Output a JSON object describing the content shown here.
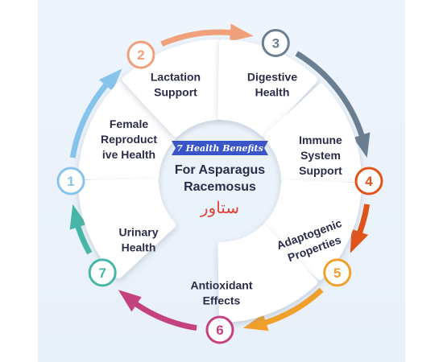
{
  "center": {
    "banner": "7 Health Benefits",
    "title_line1": "For Asparagus",
    "title_line2": "Racemosus",
    "urdu": "ستاور"
  },
  "segments": [
    {
      "num": "1",
      "line1": "Female",
      "line2": "Reproduct",
      "line3": "ive Health",
      "color": "#86c4ec"
    },
    {
      "num": "2",
      "line1": "Lactation",
      "line2": "Support",
      "line3": "",
      "color": "#f0a07a"
    },
    {
      "num": "3",
      "line1": "Digestive",
      "line2": "Health",
      "line3": "",
      "color": "#6a7f91"
    },
    {
      "num": "4",
      "line1": "Immune",
      "line2": "System",
      "line3": "Support",
      "color": "#e05319"
    },
    {
      "num": "5",
      "line1": "Adaptogenic",
      "line2": "Properties",
      "line3": "",
      "color": "#f1a12a"
    },
    {
      "num": "6",
      "line1": "Antioxidant",
      "line2": "Effects",
      "line3": "",
      "color": "#c4427f"
    },
    {
      "num": "7",
      "line1": "Urinary",
      "line2": "Health",
      "line3": "",
      "color": "#47b6a6"
    }
  ],
  "colors": {
    "banner_bg": "#3a54c9",
    "urdu": "#e0433c",
    "text": "#2a2d4a"
  }
}
